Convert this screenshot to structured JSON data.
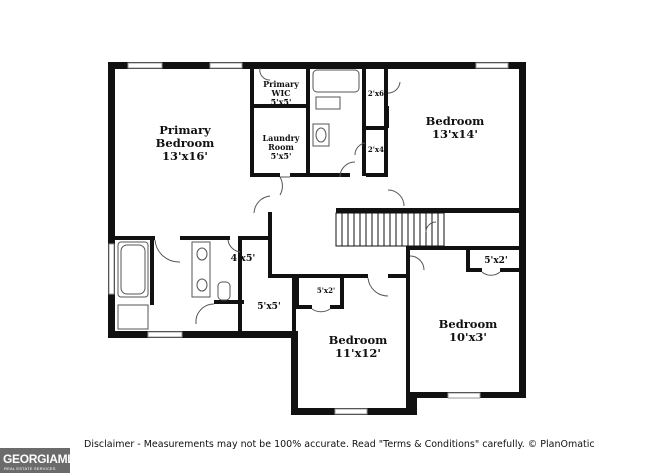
{
  "rooms": {
    "primary_bedroom": {
      "name": "Primary Bedroom",
      "dims": "13'x16'"
    },
    "primary_wic": {
      "name": "Primary WIC",
      "dims": "5'x5'"
    },
    "laundry": {
      "name": "Laundry Room",
      "dims": "5'x5'"
    },
    "bedroom_ne": {
      "name": "Bedroom",
      "dims": "13'x14'"
    },
    "closet_2x6": {
      "dims": "2'x6'"
    },
    "closet_2x4": {
      "dims": "2'x4'"
    },
    "closet_4x5": {
      "dims": "4'x5'"
    },
    "closet_5x5": {
      "dims": "5'x5'"
    },
    "closet_5x2_small": {
      "dims": "5'x2'"
    },
    "closet_5x2_right": {
      "dims": "5'x2'"
    },
    "bedroom_s": {
      "name": "Bedroom",
      "dims": "11'x12'"
    },
    "bedroom_se": {
      "name": "Bedroom",
      "dims": "10'x3'"
    }
  },
  "disclaimer": "Disclaimer - Measurements may not be 100% accurate. Read \"Terms & Conditions\" carefully. © PlanOmatic",
  "logo": {
    "main": "GEORGIAMLS",
    "sub": "REAL ESTATE SERVICES"
  },
  "colors": {
    "wall": "#111111",
    "window": "#bbbbbb",
    "logo_bg": "#6b6b6b"
  }
}
